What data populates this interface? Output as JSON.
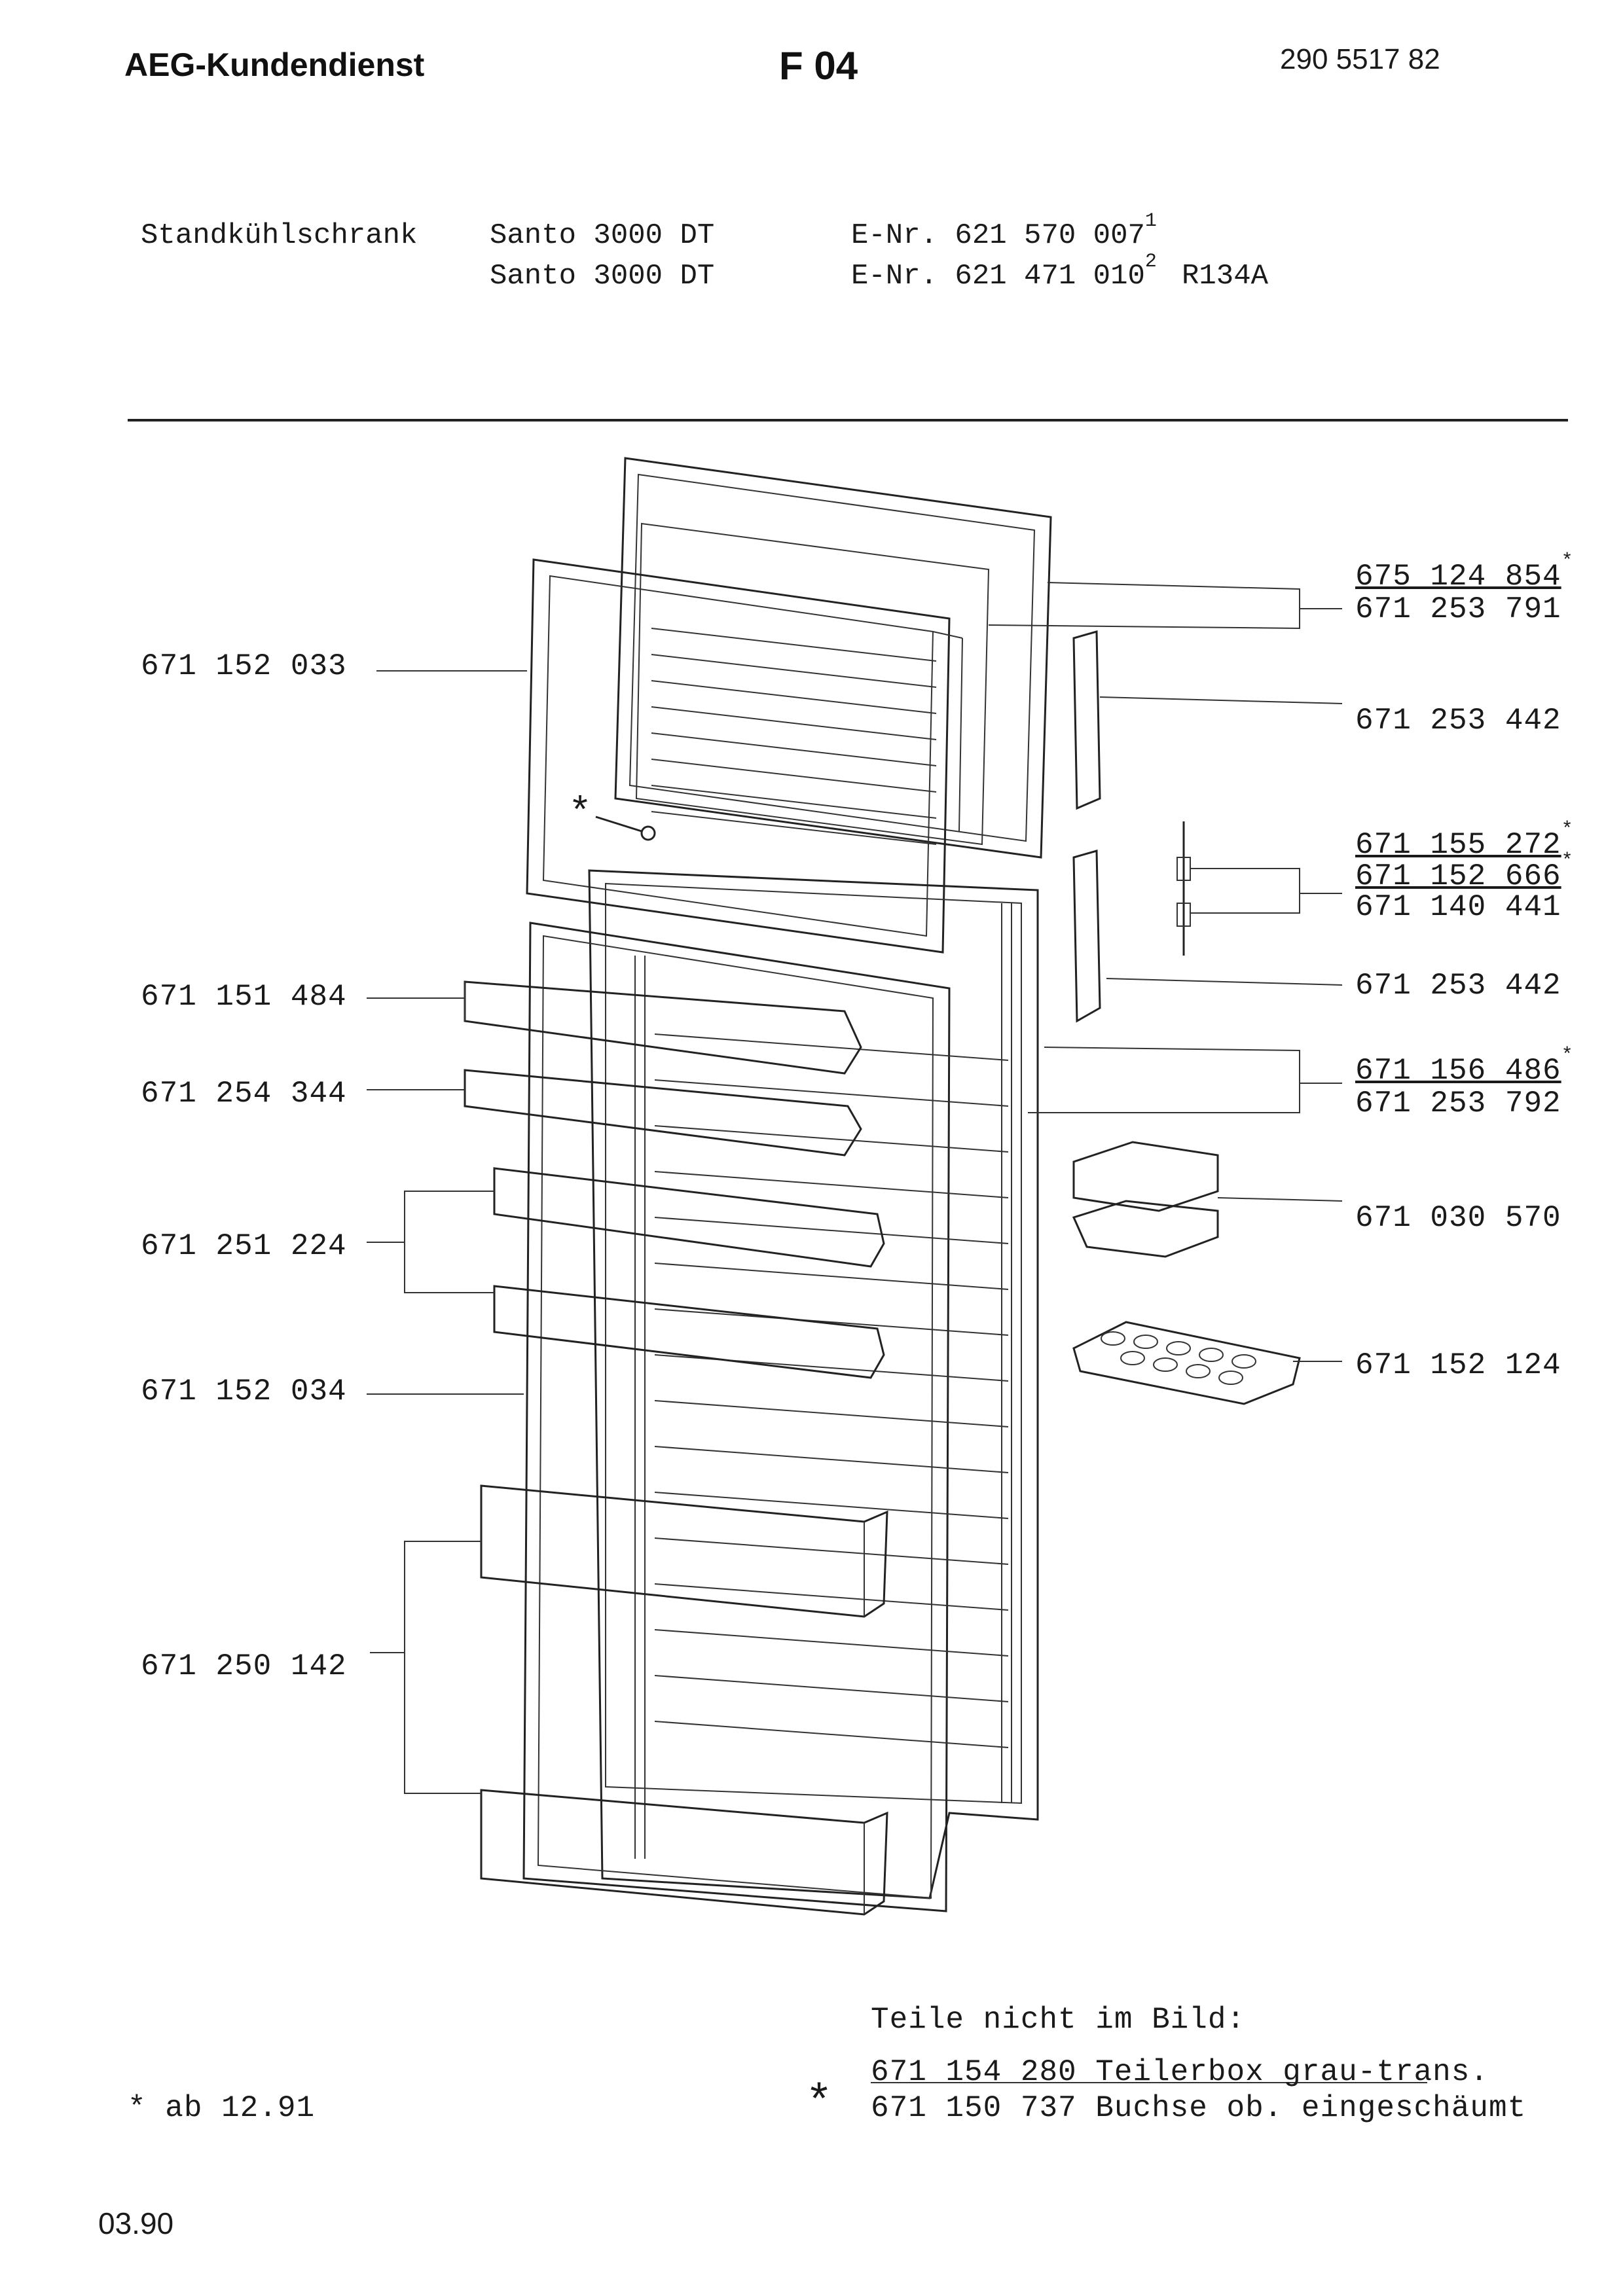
{
  "header": {
    "brand": "AEG-Kundendienst",
    "group": "F 04",
    "doc_number": "290 5517 82"
  },
  "product": {
    "type": "Standkühlschrank",
    "model_1": "Santo 3000 DT",
    "model_2": "Santo 3000 DT",
    "enr_1": "E-Nr. 621 570 007",
    "enr_1_sup": "1",
    "enr_2": "E-Nr. 621 471 010",
    "enr_2_sup": "2",
    "refrigerant": "R134A"
  },
  "parts_left": [
    "671 152 033",
    "671 151 484",
    "671 254 344",
    "671 251 224",
    "671 152 034",
    "671 250 142"
  ],
  "parts_right": [
    "675 124 854",
    "671 253 791",
    "671 253 442",
    "671 155 272",
    "671 152 666",
    "671 140 441",
    "671 253 442",
    "671 156 486",
    "671 253 792",
    "671 030 570",
    "671 152 124"
  ],
  "star": "*",
  "not_pictured": {
    "title": "Teile nicht im Bild:",
    "rows": [
      {
        "number": "671 154 280",
        "desc": "Teilerbox grau-trans."
      },
      {
        "number": "671 150 737",
        "desc": "Buchse ob. eingeschäumt"
      }
    ]
  },
  "footnote": "* ab 12.91",
  "date": "03.90"
}
